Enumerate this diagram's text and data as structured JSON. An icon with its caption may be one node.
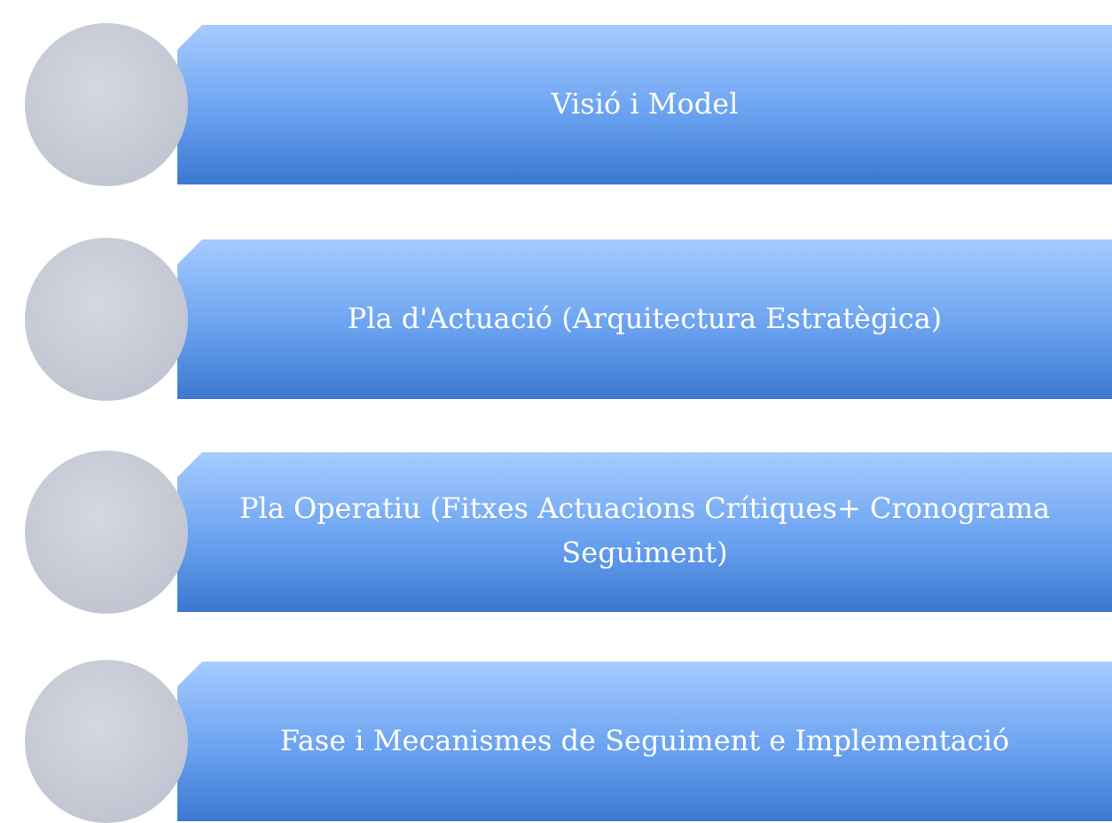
{
  "diagram": {
    "nodes": [
      {
        "text": [],
        "shape": "circle"
      },
      {
        "text": [
          "Visió i Model"
        ]
      },
      {
        "text": [],
        "shape": "circle"
      },
      {
        "text": [
          "Pla d'Actuació (Arquitectura Estratègica)"
        ]
      },
      {
        "text": [],
        "shape": "circle"
      },
      {
        "text": [
          "Pla Operatiu (Fitxes Actuacions Crítiques+ Cronograma Seguiment)"
        ]
      },
      {
        "text": [],
        "shape": "circle"
      },
      {
        "text": [
          "Fase i Mecanismes de Seguiment e Implementació"
        ]
      }
    ]
  }
}
